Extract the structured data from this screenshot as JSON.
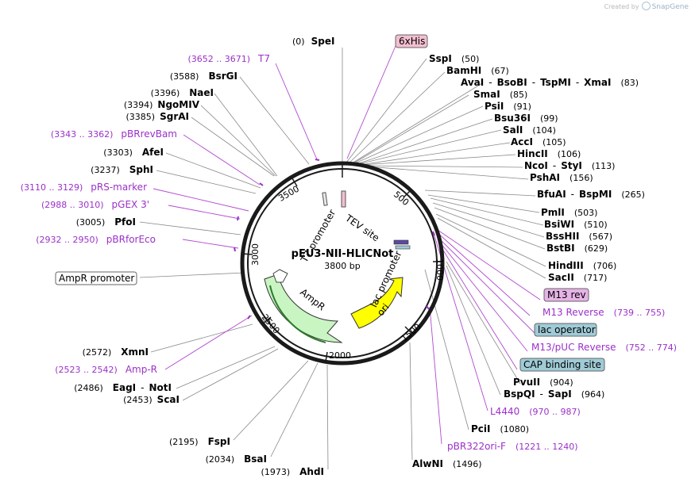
{
  "watermark": {
    "prefix": "Created by",
    "brand": "SnapGene"
  },
  "plasmid": {
    "name": "pEU3-NII-HLICNot",
    "length": "3800 bp"
  },
  "tick_labels": [
    "500",
    "1000",
    "1500",
    "2000",
    "2500",
    "3000",
    "3500"
  ],
  "inner_features": {
    "t7_promoter": "T7 promoter",
    "tev_site": "TEV site",
    "lac_promoter": "lac promoter",
    "ampr": "AmpR",
    "ori": "ori",
    "his_tag_box": "6xHis"
  },
  "colors": {
    "ampr_fill": "#c9f5c2",
    "ori_fill": "#ffff00",
    "primer": "#9b30c8",
    "box_purple": "#e6b3e6",
    "box_blue": "#9fcbd6",
    "box_pink": "#f2bfd0"
  },
  "labels": {
    "spei": {
      "pos": "(0)",
      "name": "SpeI"
    },
    "sspi": {
      "name": "SspI",
      "pos": "(50)"
    },
    "bamhi": {
      "name": "BamHI",
      "pos": "(67)"
    },
    "avai": {
      "name": "AvaI",
      "sep1": "-",
      "name2": "BsoBI",
      "sep2": "-",
      "name3": "TspMI",
      "sep3": "-",
      "name4": "XmaI",
      "pos": "(83)"
    },
    "smai": {
      "name": "SmaI",
      "pos": "(85)"
    },
    "psii": {
      "name": "PsiI",
      "pos": "(91)"
    },
    "bsu36i": {
      "name": "Bsu36I",
      "pos": "(99)"
    },
    "sali": {
      "name": "SalI",
      "pos": "(104)"
    },
    "acci": {
      "name": "AccI",
      "pos": "(105)"
    },
    "hincii": {
      "name": "HincII",
      "pos": "(106)"
    },
    "ncoi": {
      "name": "NcoI",
      "sep": "-",
      "name2": "StyI",
      "pos": "(113)"
    },
    "pshai": {
      "name": "PshAI",
      "pos": "(156)"
    },
    "bfuai": {
      "name": "BfuAI",
      "sep": "-",
      "name2": "BspMI",
      "pos": "(265)"
    },
    "pmli": {
      "name": "PmlI",
      "pos": "(503)"
    },
    "bsiwi": {
      "name": "BsiWI",
      "pos": "(510)"
    },
    "bsshii": {
      "name": "BssHII",
      "pos": "(567)"
    },
    "bstbi": {
      "name": "BstBI",
      "pos": "(629)"
    },
    "hindiii": {
      "name": "HindIII",
      "pos": "(706)"
    },
    "sacii": {
      "name": "SacII",
      "pos": "(717)"
    },
    "m13rev": {
      "name": "M13 rev"
    },
    "m13reverse": {
      "name": "M13 Reverse",
      "pos": "(739 .. 755)"
    },
    "lacop": {
      "name": "lac operator"
    },
    "m13puc": {
      "name": "M13/pUC Reverse",
      "pos": "(752 .. 774)"
    },
    "cap": {
      "name": "CAP binding site"
    },
    "pvuii": {
      "name": "PvuII",
      "pos": "(904)"
    },
    "bspqi": {
      "name": "BspQI",
      "sep": "-",
      "name2": "SapI",
      "pos": "(964)"
    },
    "l4440": {
      "name": "L4440",
      "pos": "(970 .. 987)"
    },
    "pcii": {
      "name": "PciI",
      "pos": "(1080)"
    },
    "pbr322": {
      "name": "pBR322ori-F",
      "pos": "(1221 .. 1240)"
    },
    "alwni": {
      "name": "AlwNI",
      "pos": "(1496)"
    },
    "ahdi": {
      "pos": "(1973)",
      "name": "AhdI"
    },
    "bsai": {
      "pos": "(2034)",
      "name": "BsaI"
    },
    "fspi": {
      "pos": "(2195)",
      "name": "FspI"
    },
    "scai": {
      "pos": "(2453)",
      "name": "ScaI"
    },
    "eagi": {
      "pos": "(2486)",
      "name": "EagI",
      "sep": "-",
      "name2": "NotI"
    },
    "ampr_primer": {
      "pos": "(2523 .. 2542)",
      "name": "Amp-R"
    },
    "xmni": {
      "pos": "(2572)",
      "name": "XmnI"
    },
    "amprpromoter": {
      "name": "AmpR promoter"
    },
    "pbrforeco": {
      "pos": "(2932 .. 2950)",
      "name": "pBRforEco"
    },
    "pfoi": {
      "pos": "(3005)",
      "name": "PfoI"
    },
    "pgex": {
      "pos": "(2988 .. 3010)",
      "name": "pGEX 3'"
    },
    "prs": {
      "pos": "(3110 .. 3129)",
      "name": "pRS-marker"
    },
    "sphi": {
      "pos": "(3237)",
      "name": "SphI"
    },
    "afei": {
      "pos": "(3303)",
      "name": "AfeI"
    },
    "pbrrevbam": {
      "pos": "(3343 .. 3362)",
      "name": "pBRrevBam"
    },
    "sgrai": {
      "pos": "(3385)",
      "name": "SgrAI"
    },
    "ngomiv": {
      "pos": "(3394)",
      "name": "NgoMIV"
    },
    "naei": {
      "pos": "(3396)",
      "name": "NaeI"
    },
    "bsrgi": {
      "pos": "(3588)",
      "name": "BsrGI"
    },
    "t7": {
      "pos": "(3652 .. 3671)",
      "name": "T7"
    }
  }
}
